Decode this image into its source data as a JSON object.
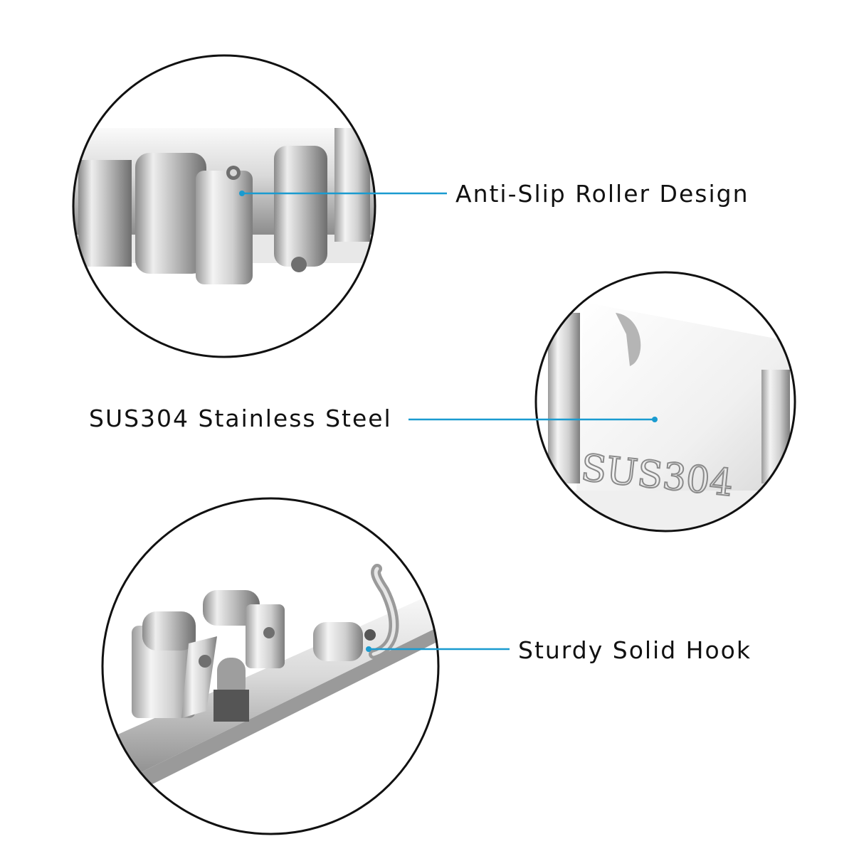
{
  "features": [
    {
      "id": "roller",
      "label": "Anti-Slip Roller Design"
    },
    {
      "id": "steel",
      "label": "SUS304 Stainless Steel"
    },
    {
      "id": "hook",
      "label": "Sturdy Solid Hook"
    }
  ],
  "engraving_text": "SUS304",
  "colors": {
    "background": "#ffffff",
    "callout_line": "#1a9bd0",
    "circle_border": "#111111",
    "text": "#111111",
    "steel_light": "#f2f2f2",
    "steel_mid": "#c8c8c8",
    "steel_dark": "#7a7a7a"
  }
}
